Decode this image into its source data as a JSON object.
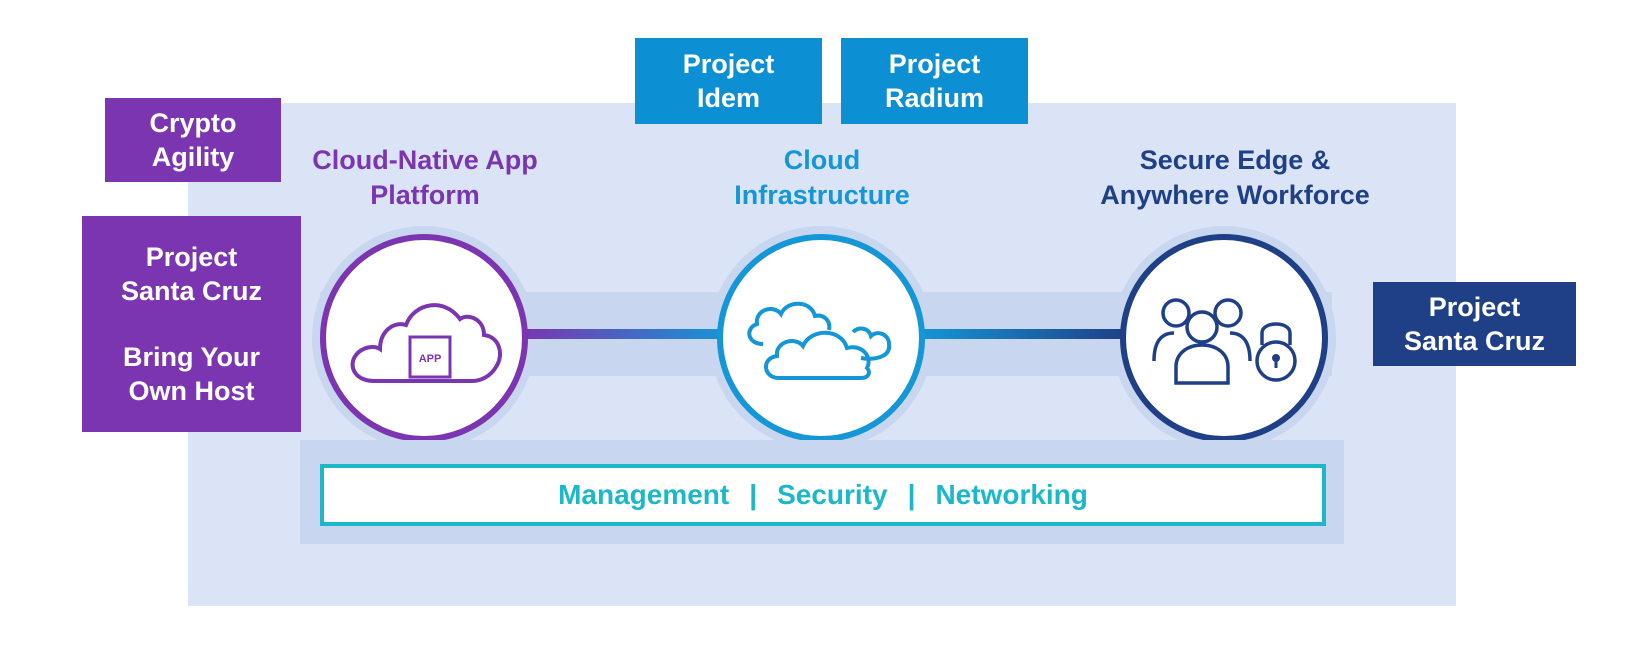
{
  "boxes": {
    "project_idem": [
      "Project",
      "Idem"
    ],
    "project_radium": [
      "Project",
      "Radium"
    ],
    "crypto_agility": [
      "Crypto",
      "Agility"
    ],
    "project_santa_cruz_left": [
      "Project",
      "Santa Cruz"
    ],
    "bring_your_own_host": [
      "Bring Your",
      "Own Host"
    ],
    "project_santa_cruz_right": [
      "Project",
      "Santa Cruz"
    ]
  },
  "pillars": [
    {
      "title": [
        "Cloud-Native App",
        "Platform"
      ],
      "color": "#7b35b0",
      "icon": "cloud-app-icon",
      "icon_label": "APP"
    },
    {
      "title": [
        "Cloud",
        "Infrastructure"
      ],
      "color": "#1596d6",
      "icon": "clouds-icon"
    },
    {
      "title": [
        "Secure Edge &",
        "Anywhere Workforce"
      ],
      "color": "#1f3f86",
      "icon": "users-lock-icon"
    }
  ],
  "foundation": {
    "items": [
      "Management",
      "Security",
      "Networking"
    ],
    "separator": "|",
    "color": "#1cb8c9"
  },
  "colors": {
    "background_panel": "#dbe4f6",
    "purple": "#7b35b0",
    "blue": "#0c8fd3",
    "navy": "#1f3f86"
  }
}
